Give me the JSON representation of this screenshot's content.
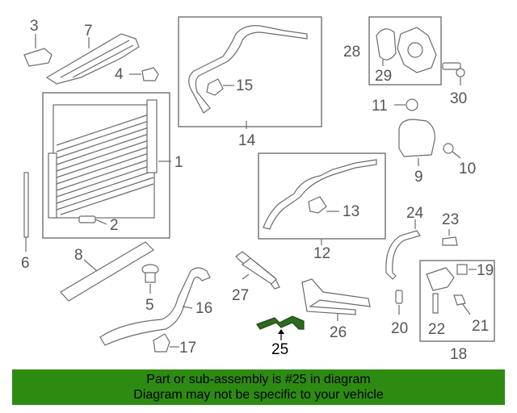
{
  "callouts": [
    "1",
    "2",
    "3",
    "4",
    "5",
    "6",
    "7",
    "8",
    "9",
    "10",
    "11",
    "12",
    "13",
    "14",
    "15",
    "16",
    "17",
    "18",
    "19",
    "20",
    "21",
    "22",
    "23",
    "24",
    "25",
    "26",
    "27",
    "28",
    "29",
    "30"
  ],
  "highlighted_part": "25",
  "highlight_color": "#2e6b1e",
  "banner": {
    "line1": "Part or sub-assembly is #25 in diagram",
    "line2": "Diagram may not be specific to your vehicle",
    "color": "#2e8b12"
  }
}
